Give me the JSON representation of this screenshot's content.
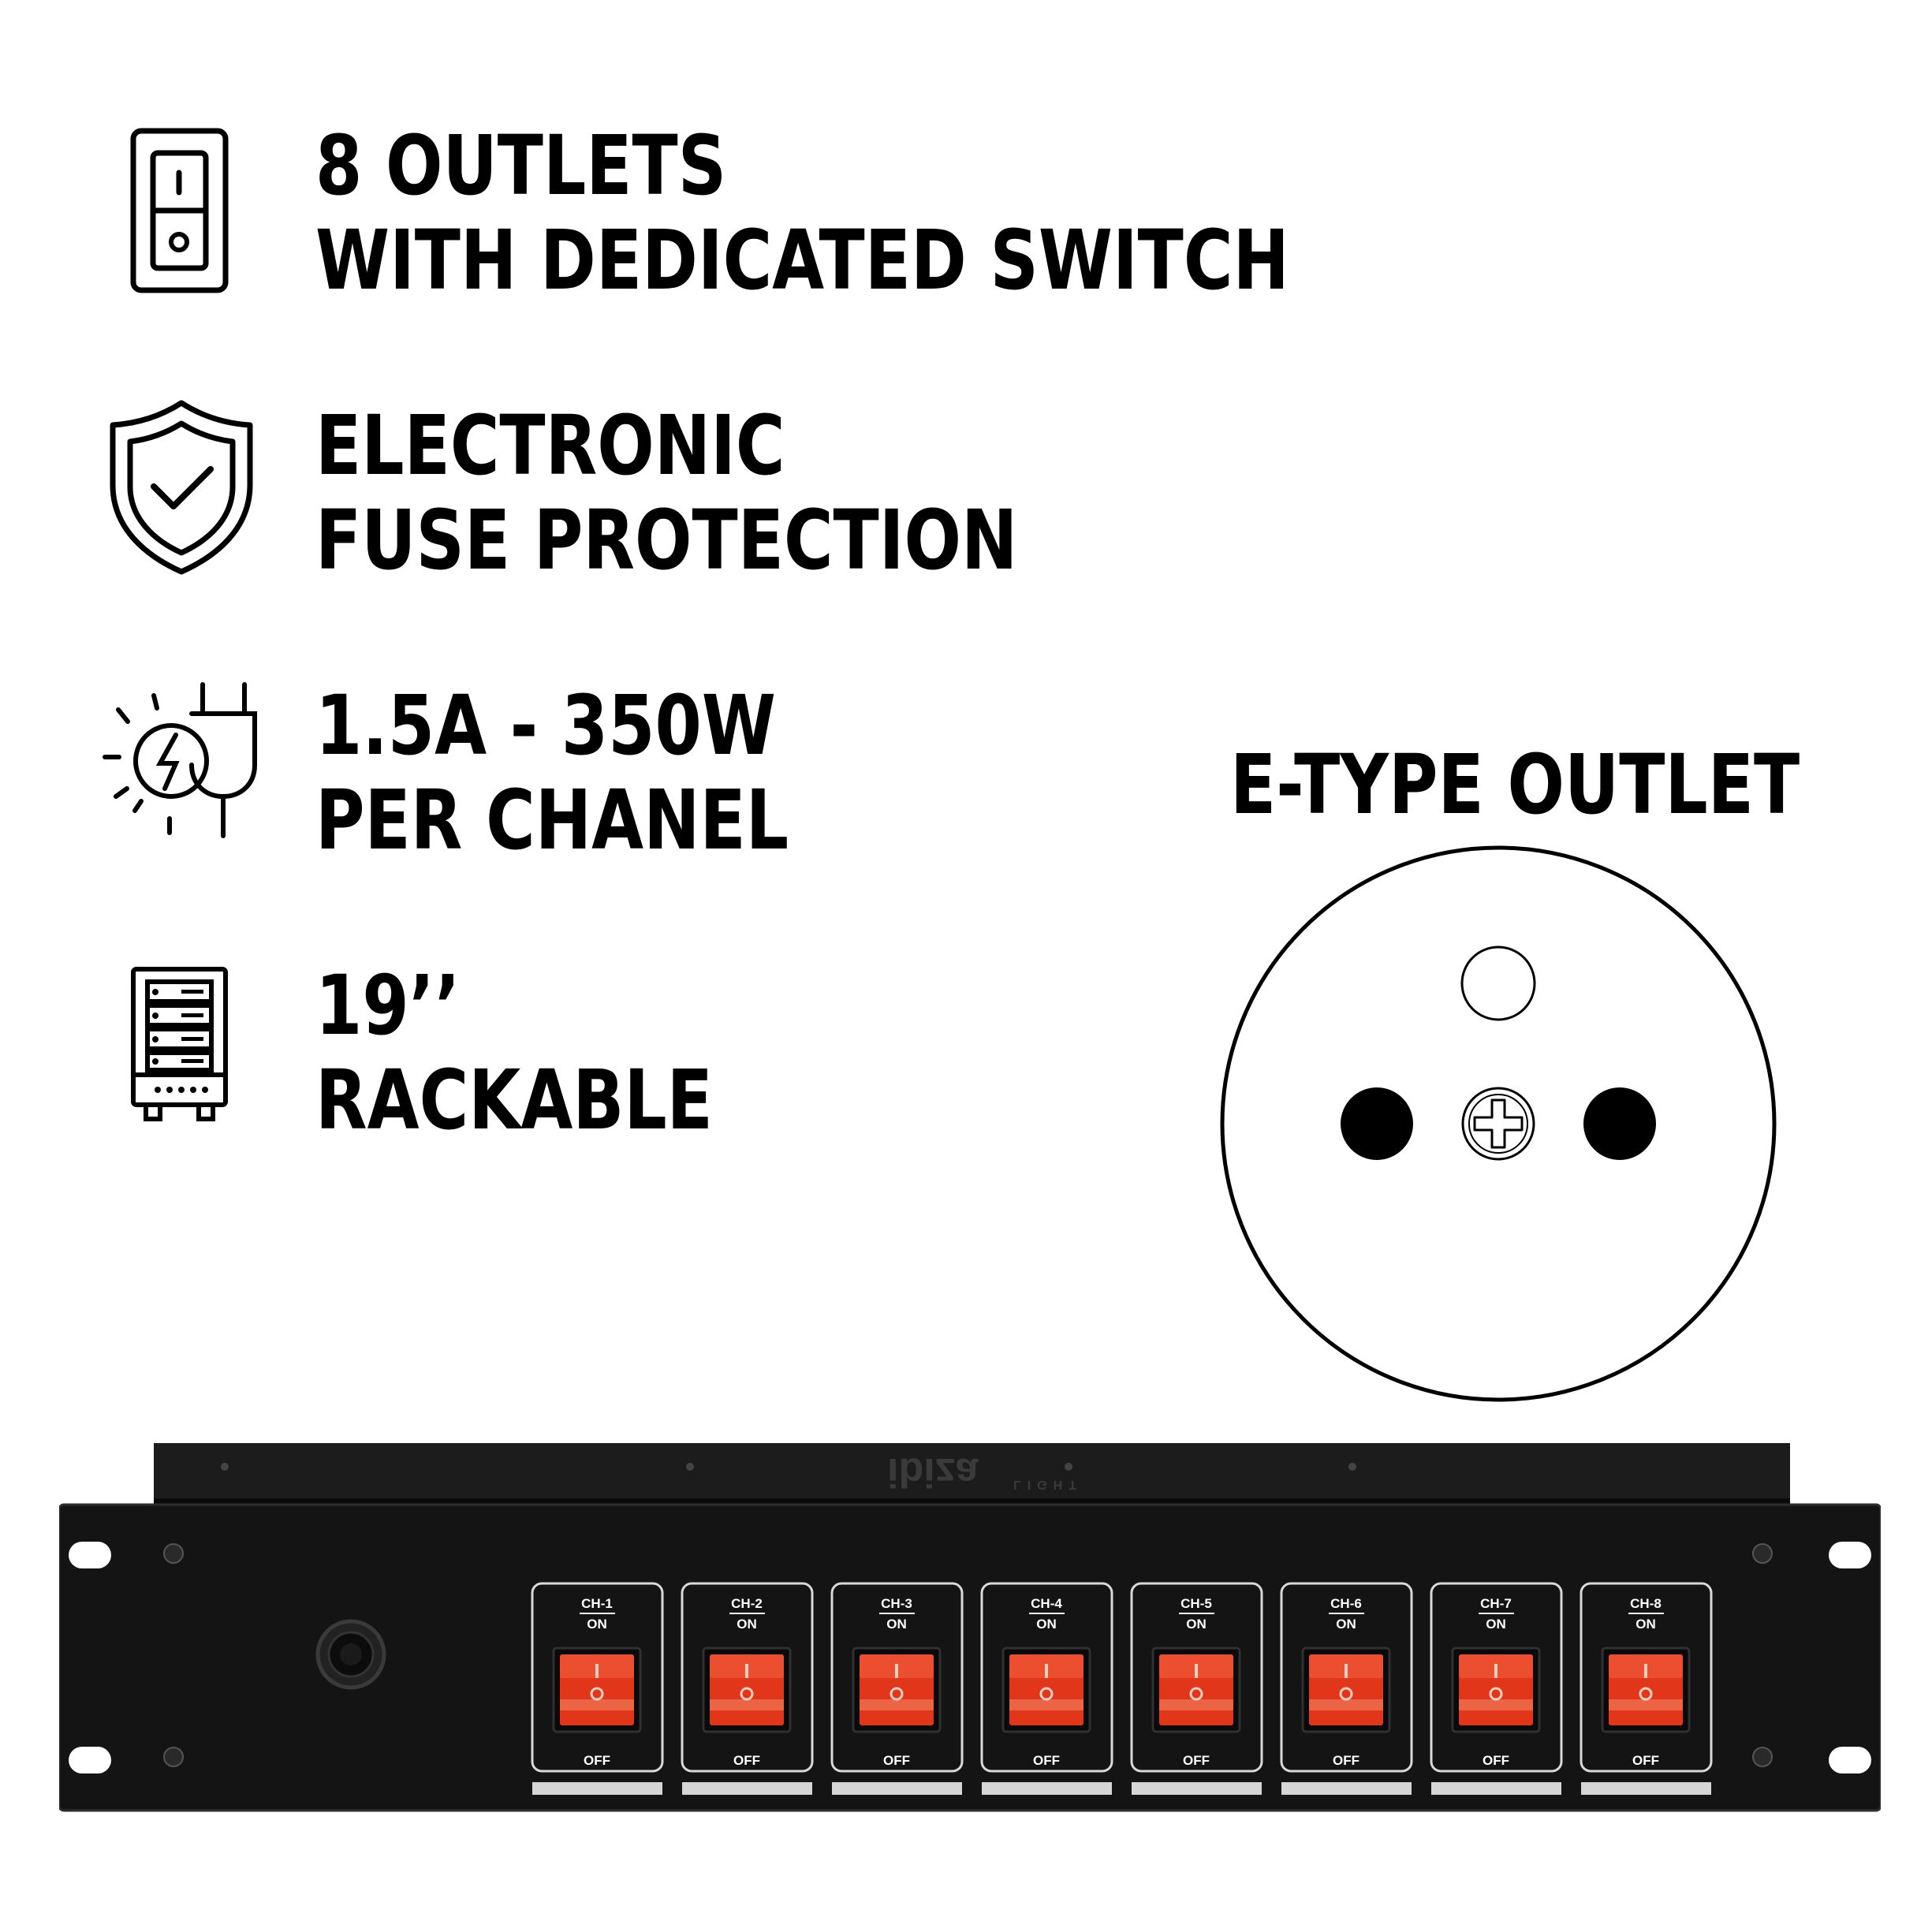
{
  "features": [
    {
      "icon": "rocker-switch-icon",
      "line1": "8 OUTLETS",
      "line2": "WITH DEDICATED SWITCH"
    },
    {
      "icon": "shield-check-icon",
      "line1": "ELECTRONIC",
      "line2": "FUSE PROTECTION"
    },
    {
      "icon": "power-plug-icon",
      "line1": "1.5A - 350W",
      "line2": "PER CHANEL"
    },
    {
      "icon": "server-rack-icon",
      "line1": "19’’",
      "line2": "RACKABLE"
    }
  ],
  "outlet": {
    "title": "E-TYPE OUTLET"
  },
  "panel": {
    "brand": "ibiza",
    "brand_sub": "LIGHT",
    "channels": [
      {
        "label": "CH-1",
        "on": "ON",
        "off": "OFF"
      },
      {
        "label": "CH-2",
        "on": "ON",
        "off": "OFF"
      },
      {
        "label": "CH-3",
        "on": "ON",
        "off": "OFF"
      },
      {
        "label": "CH-4",
        "on": "ON",
        "off": "OFF"
      },
      {
        "label": "CH-5",
        "on": "ON",
        "off": "OFF"
      },
      {
        "label": "CH-6",
        "on": "ON",
        "off": "OFF"
      },
      {
        "label": "CH-7",
        "on": "ON",
        "off": "OFF"
      },
      {
        "label": "CH-8",
        "on": "ON",
        "off": "OFF"
      }
    ]
  },
  "colors": {
    "switch_red": "#e2361a",
    "panel_black": "#141414",
    "text": "#000000"
  }
}
